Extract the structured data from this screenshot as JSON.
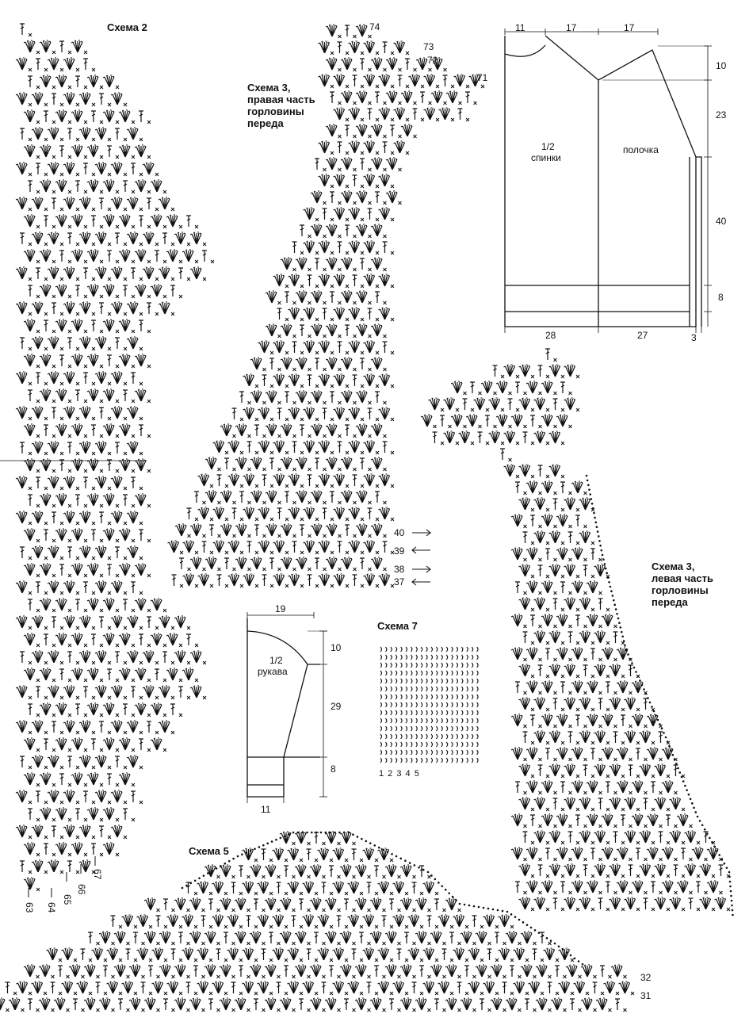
{
  "scheme2": {
    "title": "Схема 2",
    "row_numbers": [
      "63",
      "64",
      "65",
      "66",
      "67"
    ]
  },
  "scheme3_right": {
    "title_line1": "Схема 3,",
    "title_line2": "правая часть",
    "title_line3": "горловины",
    "title_line4": "переда",
    "top_rows": [
      "74",
      "73",
      "72",
      "71"
    ],
    "bottom_rows": [
      "40",
      "39",
      "38",
      "37"
    ]
  },
  "scheme3_left": {
    "title_line1": "Схема 3,",
    "title_line2": "левая часть",
    "title_line3": "горловины",
    "title_line4": "переда"
  },
  "scheme5": {
    "title": "Схема 5",
    "row_numbers": [
      "32",
      "31"
    ]
  },
  "scheme7": {
    "title": "Схема 7",
    "col_numbers": "1 2 3 4 5"
  },
  "body_pattern": {
    "back_label_1": "1/2",
    "back_label_2": "спинки",
    "front_label": "полочка",
    "top_dims": [
      "11",
      "17",
      "17"
    ],
    "right_dims": [
      "10",
      "23",
      "40",
      "8"
    ],
    "bottom_dims": [
      "28",
      "27",
      "3"
    ]
  },
  "sleeve_pattern": {
    "label_1": "1/2",
    "label_2": "рукава",
    "top_dim": "19",
    "right_dims": [
      "10",
      "29",
      "8"
    ],
    "bottom_dim": "11"
  }
}
